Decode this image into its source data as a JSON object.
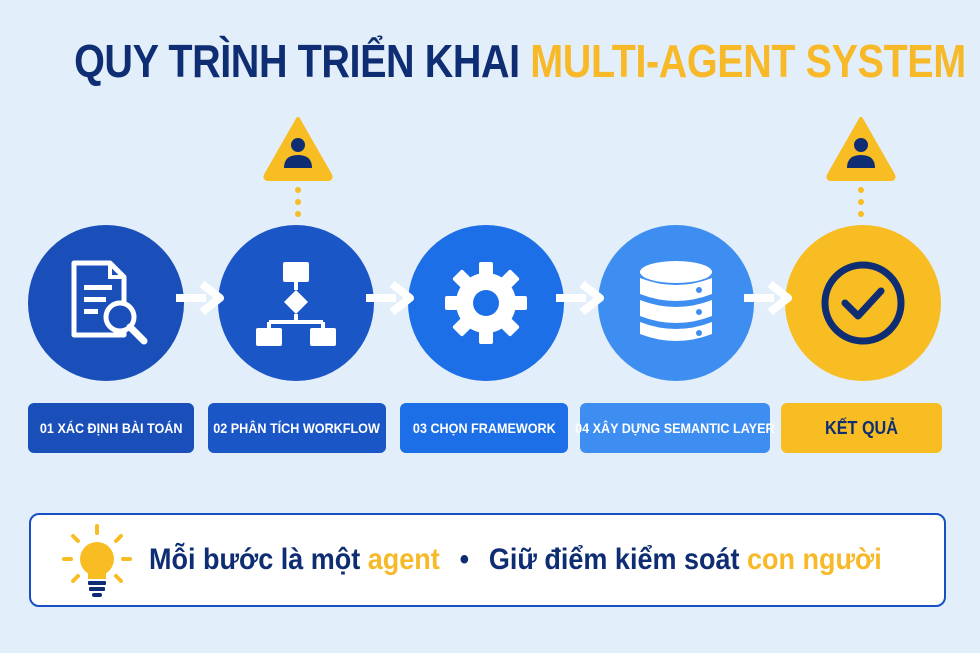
{
  "title": {
    "part1": "QUY TRÌNH TRIỂN KHAI",
    "part2": "MULTI-AGENT SYSTEM"
  },
  "colors": {
    "navy": "#0e2d73",
    "accent": "#f7b928",
    "step1": "#1a4fb9",
    "step2": "#1a56c6",
    "step3": "#1c6fe6",
    "step4": "#3d8ef0",
    "result": "#f7bd22"
  },
  "steps": [
    {
      "label": "01 XÁC ĐỊNH BÀI TOÁN",
      "icon": "document-search-icon"
    },
    {
      "label": "02 PHÂN TÍCH WORKFLOW",
      "icon": "workflow-icon"
    },
    {
      "label": "03 CHỌN FRAMEWORK",
      "icon": "gear-icon"
    },
    {
      "label": "04 XÂY DỰNG SEMANTIC LAYER",
      "icon": "database-icon"
    },
    {
      "label": "KẾT QUẢ",
      "icon": "check-circle-icon"
    }
  ],
  "human_checkpoints": [
    "after-step-1",
    "after-step-4"
  ],
  "banner": {
    "icon": "lightbulb-icon",
    "text1": "Mỗi bước là một",
    "highlight1": "agent",
    "separator": "•",
    "text2": "Giữ điểm kiểm soát",
    "highlight2": "con người"
  }
}
